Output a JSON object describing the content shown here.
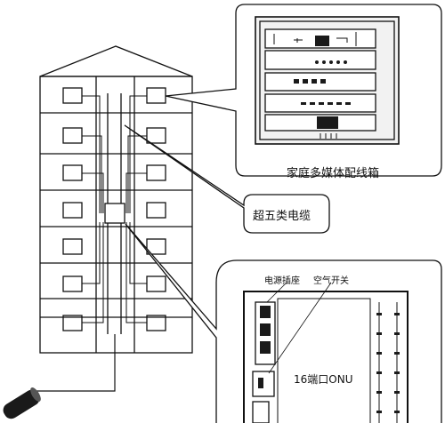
{
  "labels": {
    "distribution_box": "家庭多媒体配线箱",
    "cable": "超五类电缆",
    "power_socket": "电源插座",
    "air_switch": "空气开关",
    "onu": "16端口ONU"
  },
  "colors": {
    "line": "#111111",
    "panel_fill": "#f2f2f2",
    "device_fill": "#1a1a1a"
  }
}
